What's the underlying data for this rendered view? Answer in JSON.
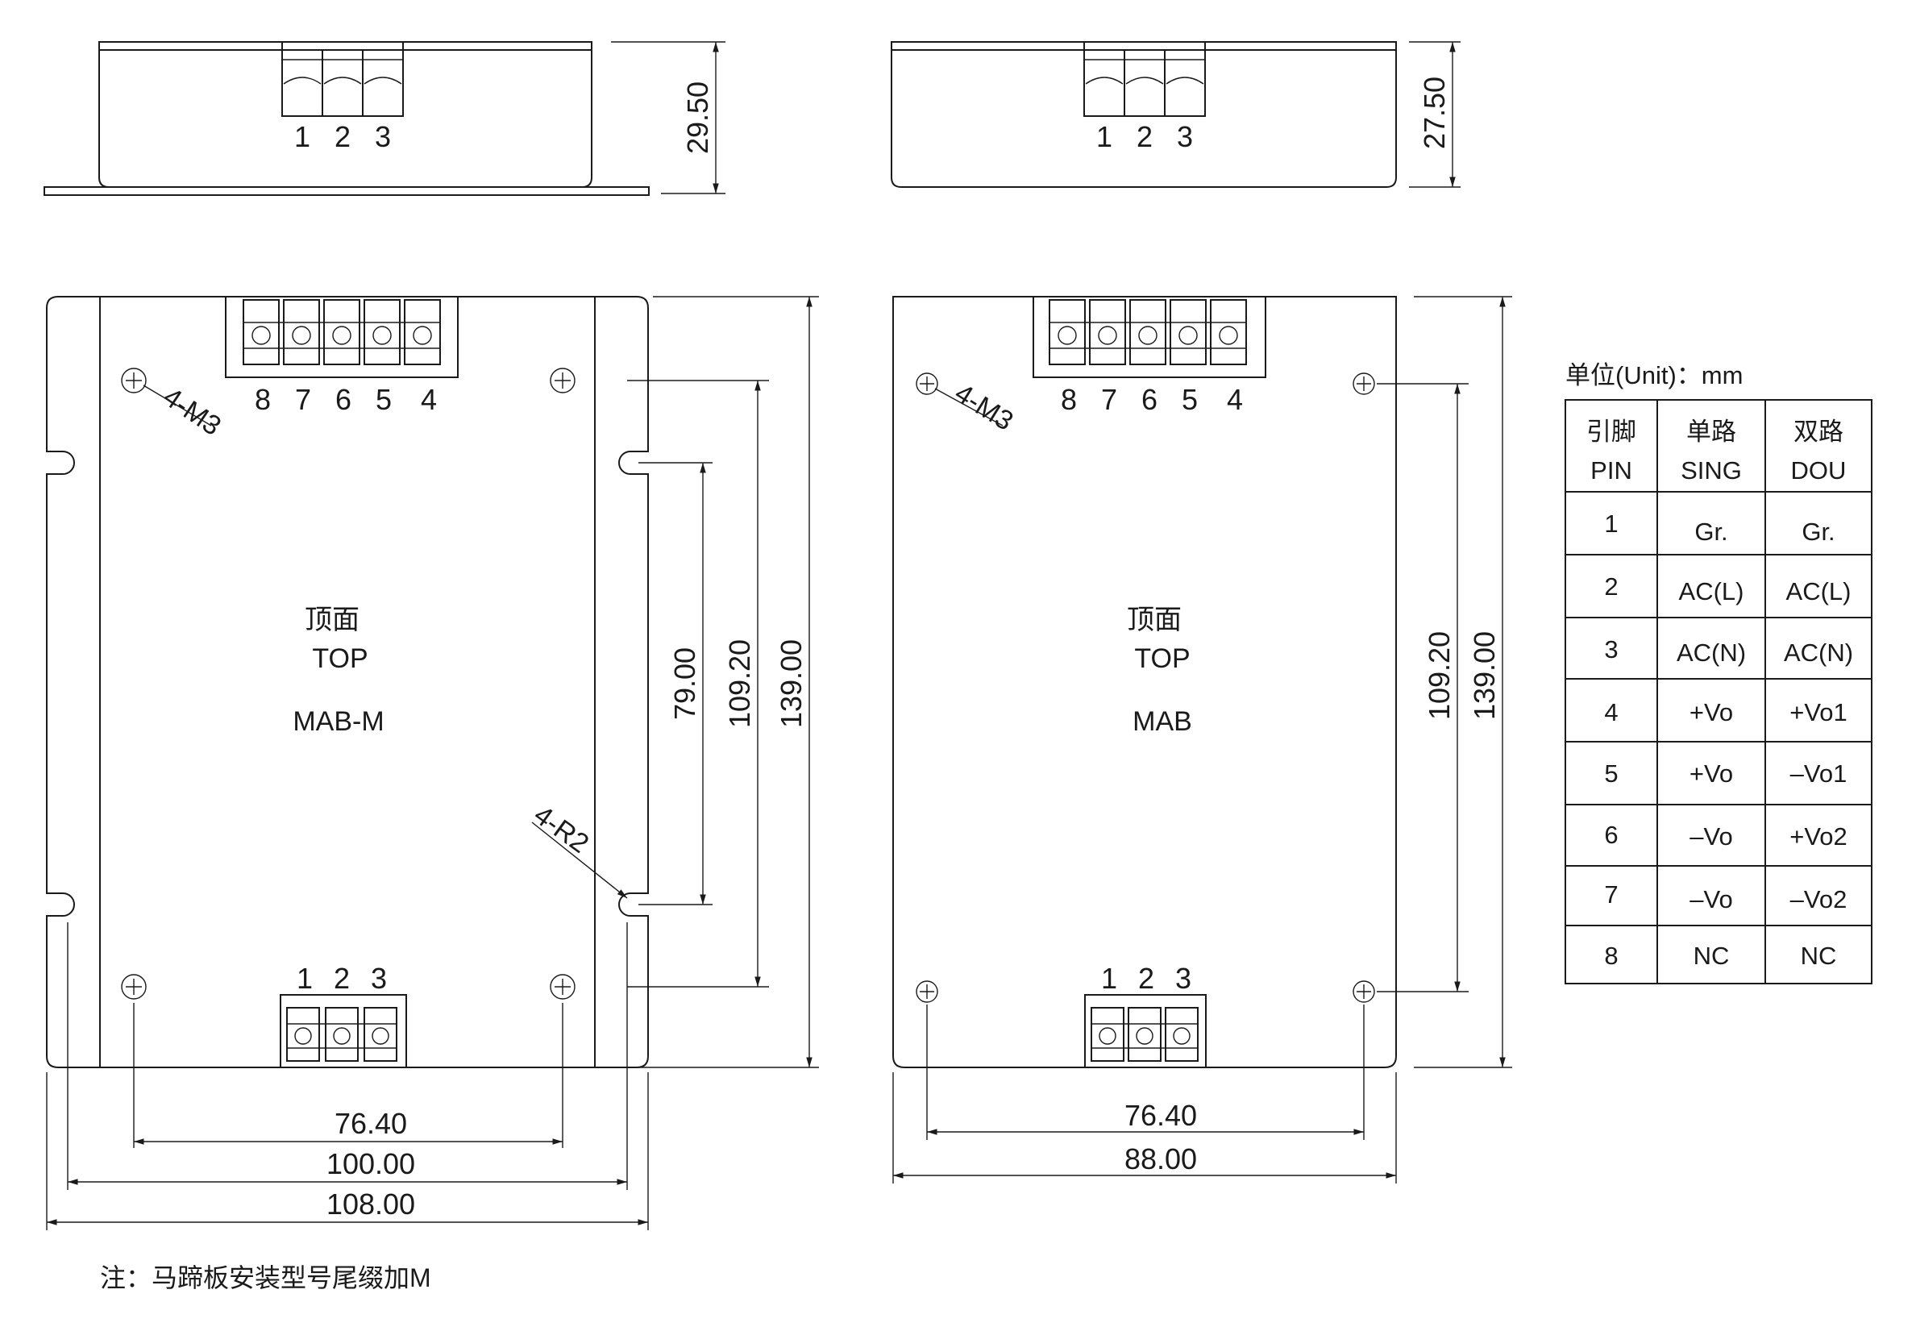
{
  "side_views": {
    "left": {
      "pins": [
        "1",
        "2",
        "3"
      ],
      "height_dim": "29.50"
    },
    "right": {
      "pins": [
        "1",
        "2",
        "3"
      ],
      "height_dim": "27.50"
    }
  },
  "top_left": {
    "label_cn": "顶面",
    "label_en": "TOP",
    "model": "MAB-M",
    "top_pins": [
      "8",
      "7",
      "6",
      "5",
      "4"
    ],
    "bottom_pins": [
      "1",
      "2",
      "3"
    ],
    "hole_label": "4-M3",
    "slot_label": "4-R2",
    "dims": {
      "h_inner": "76.40",
      "h_mid": "100.00",
      "h_outer": "108.00",
      "v_slot": "79.00",
      "v_hole": "109.20",
      "v_total": "139.00"
    }
  },
  "top_right": {
    "label_cn": "顶面",
    "label_en": "TOP",
    "model": "MAB",
    "top_pins": [
      "8",
      "7",
      "6",
      "5",
      "4"
    ],
    "bottom_pins": [
      "1",
      "2",
      "3"
    ],
    "hole_label": "4-M3",
    "dims": {
      "h_inner": "76.40",
      "h_outer": "88.00",
      "v_hole": "109.20",
      "v_total": "139.00"
    }
  },
  "pin_table": {
    "unit_label": "单位(Unit)：mm",
    "headers": [
      {
        "cn": "引脚",
        "en": "PIN"
      },
      {
        "cn": "单路",
        "en": "SING"
      },
      {
        "cn": "双路",
        "en": "DOU"
      }
    ],
    "rows": [
      [
        "1",
        "Gr.",
        "Gr."
      ],
      [
        "2",
        "AC(L)",
        "AC(L)"
      ],
      [
        "3",
        "AC(N)",
        "AC(N)"
      ],
      [
        "4",
        "+Vo",
        "+Vo1"
      ],
      [
        "5",
        "+Vo",
        "–Vo1"
      ],
      [
        "6",
        "–Vo",
        "+Vo2"
      ],
      [
        "7",
        "–Vo",
        "–Vo2"
      ],
      [
        "8",
        "NC",
        "NC"
      ]
    ]
  },
  "note": "注：马蹄板安装型号尾缀加M"
}
